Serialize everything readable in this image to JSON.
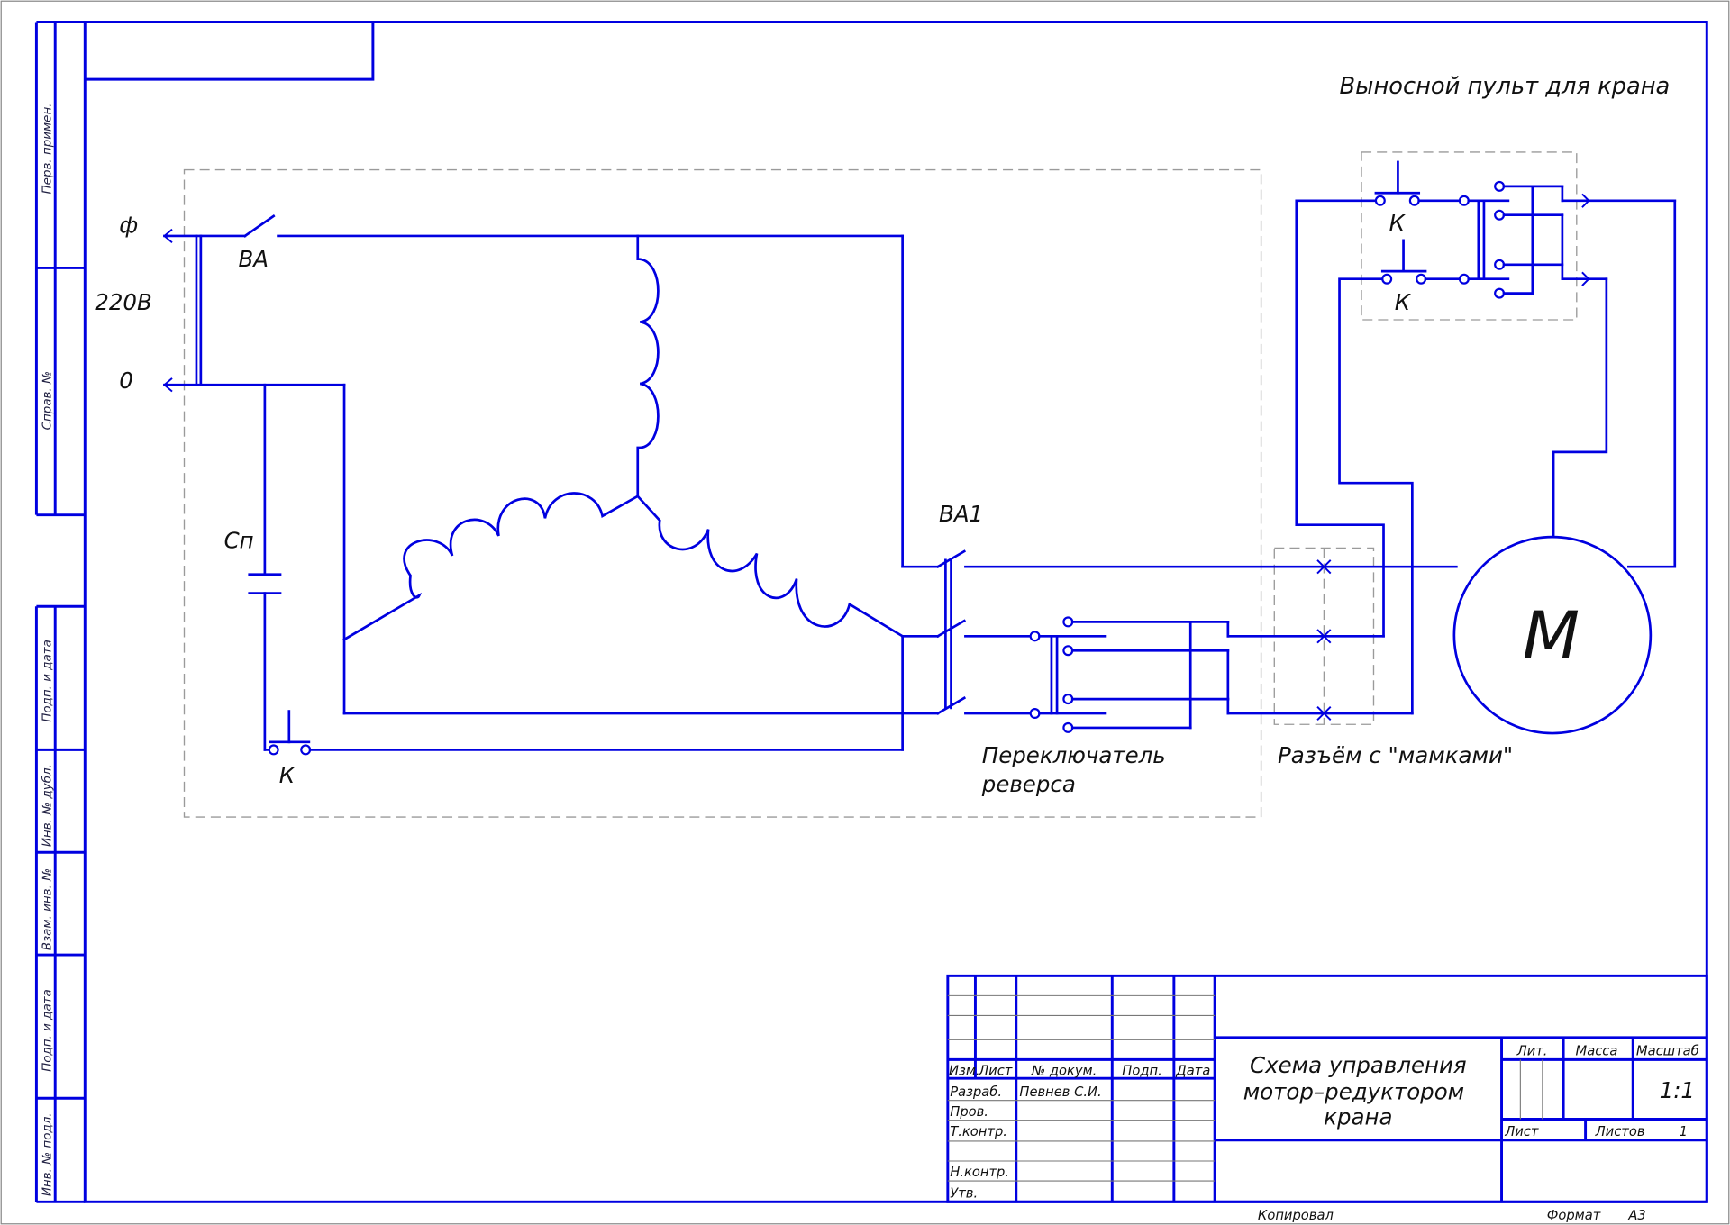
{
  "drawing": {
    "remote_panel_title": "Выносной пульт для крана",
    "phase_label": "ф",
    "voltage_label": "220В",
    "neutral_label": "0",
    "breaker_main_label": "ВА",
    "breaker_motor_label": "ВА1",
    "capacitor_label": "Сп",
    "button_label": "К",
    "remote_button_top_label": "К",
    "remote_button_bottom_label": "К",
    "reverse_switch_label_line1": "Переключатель",
    "reverse_switch_label_line2": "реверса",
    "connector_label": "Разъём с \"мамками\"",
    "motor_label": "М"
  },
  "margin_labels": {
    "perv_primen": "Перв. примен.",
    "sprav_no": "Справ. №",
    "podp_data_1": "Подп. и дата",
    "inv_dubl": "Инв. № дубл.",
    "vzam_inv": "Взам. инв. №",
    "podp_data_2": "Подп. и дата",
    "inv_podl": "Инв. № подл."
  },
  "title_block": {
    "headers": {
      "izm": "Изм.",
      "list": "Лист",
      "doc_no": "№ докум.",
      "podp": "Подп.",
      "data": "Дата"
    },
    "roles": {
      "razrab": "Разраб.",
      "prov": "Пров.",
      "t_kontr": "Т.контр.",
      "n_kontr": "Н.контр.",
      "utv": "Утв."
    },
    "developer_name": "Певнев С.И.",
    "title_line1": "Схема управления",
    "title_line2": "мотор–редуктором",
    "title_line3": "крана",
    "lit_label": "Лит.",
    "massa_label": "Масса",
    "masshtab_label": "Масштаб",
    "scale_value": "1:1",
    "sheet_label": "Лист",
    "sheets_label": "Листов",
    "sheets_value": "1",
    "copied_label": "Копировал",
    "format_label": "Формат",
    "format_value": "А3"
  },
  "colors": {
    "wire": "#0000e0",
    "text": "#111111",
    "dashed_boundary": "#9a9a9a"
  }
}
